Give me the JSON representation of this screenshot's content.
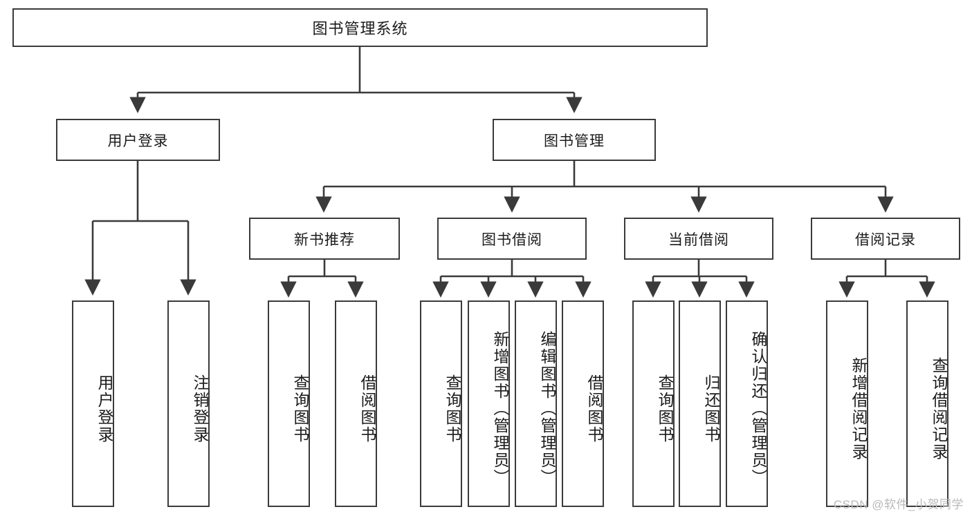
{
  "diagram": {
    "title": "图书管理系统",
    "type": "tree-hierarchy-flowchart",
    "colors": {
      "box_border": "#3a3a3a",
      "box_fill": "#ffffff",
      "edge": "#3a3a3a",
      "text": "#1b1b1b",
      "watermark": "#b9b9b9",
      "background": "#ffffff"
    },
    "root": {
      "label": "图书管理系统"
    },
    "level2": [
      {
        "label": "用户登录"
      },
      {
        "label": "图书管理"
      }
    ],
    "level3": [
      {
        "label": "新书推荐"
      },
      {
        "label": "图书借阅"
      },
      {
        "label": "当前借阅"
      },
      {
        "label": "借阅记录"
      }
    ],
    "leaves": {
      "user_login": [
        {
          "label": "用户登录"
        },
        {
          "label": "注销登录"
        }
      ],
      "new_book_recommend": [
        {
          "label": "查询图书"
        },
        {
          "label": "借阅图书"
        }
      ],
      "book_borrow": [
        {
          "label": "查询图书"
        },
        {
          "label": "新增图书（管理员）"
        },
        {
          "label": "编辑图书（管理员）"
        },
        {
          "label": "借阅图书"
        }
      ],
      "current_borrow": [
        {
          "label": "查询图书"
        },
        {
          "label": "归还图书"
        },
        {
          "label": "确认归还（管理员）"
        }
      ],
      "borrow_record": [
        {
          "label": "新增借阅记录"
        },
        {
          "label": "查询借阅记录"
        }
      ]
    },
    "watermark": "CSDN @软件_小贺同学"
  }
}
